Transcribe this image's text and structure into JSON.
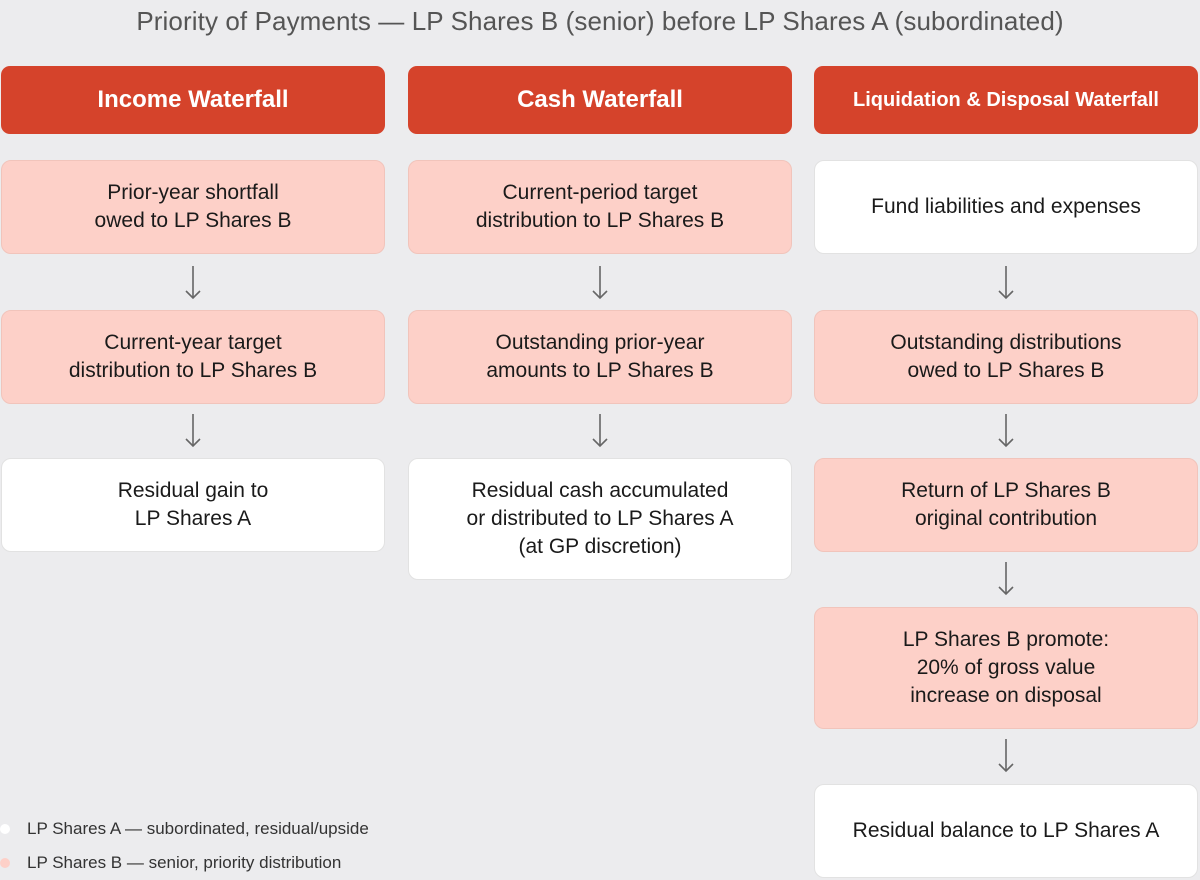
{
  "title": "Priority of Payments — LP Shares B (senior) before LP Shares A (subordinated)",
  "colors": {
    "header": "#d5432b",
    "senior": "#fdd0c8",
    "subordinated": "#ffffff",
    "background": "#ececee"
  },
  "columns": [
    {
      "header": "Income Waterfall",
      "steps": [
        {
          "lines": [
            "Prior-year shortfall",
            "owed to LP Shares B"
          ],
          "class": "senior"
        },
        {
          "lines": [
            "Current-year target",
            "distribution to LP Shares B"
          ],
          "class": "senior"
        },
        {
          "lines": [
            "Residual gain to",
            "LP Shares A"
          ],
          "class": "subordinated"
        }
      ]
    },
    {
      "header": "Cash Waterfall",
      "steps": [
        {
          "lines": [
            "Current-period target",
            "distribution to LP Shares B"
          ],
          "class": "senior"
        },
        {
          "lines": [
            "Outstanding prior-year",
            "amounts to LP Shares B"
          ],
          "class": "senior"
        },
        {
          "lines": [
            "Residual cash accumulated",
            "or distributed to LP Shares A",
            "(at GP discretion)"
          ],
          "class": "subordinated"
        }
      ]
    },
    {
      "header": "Liquidation & Disposal Waterfall",
      "steps": [
        {
          "lines": [
            "Fund liabilities and expenses"
          ],
          "class": "subordinated"
        },
        {
          "lines": [
            "Outstanding distributions",
            "owed to LP Shares B"
          ],
          "class": "senior"
        },
        {
          "lines": [
            "Return of LP Shares B",
            "original contribution"
          ],
          "class": "senior"
        },
        {
          "lines": [
            "LP Shares B promote:",
            "20% of gross value",
            "increase on disposal"
          ],
          "class": "senior"
        },
        {
          "lines": [
            "Residual balance to LP Shares A"
          ],
          "class": "subordinated"
        }
      ]
    }
  ],
  "legend": [
    {
      "label": "LP Shares A — subordinated, residual/upside",
      "class": "subordinated"
    },
    {
      "label": "LP Shares B — senior, priority distribution",
      "class": "senior"
    }
  ]
}
